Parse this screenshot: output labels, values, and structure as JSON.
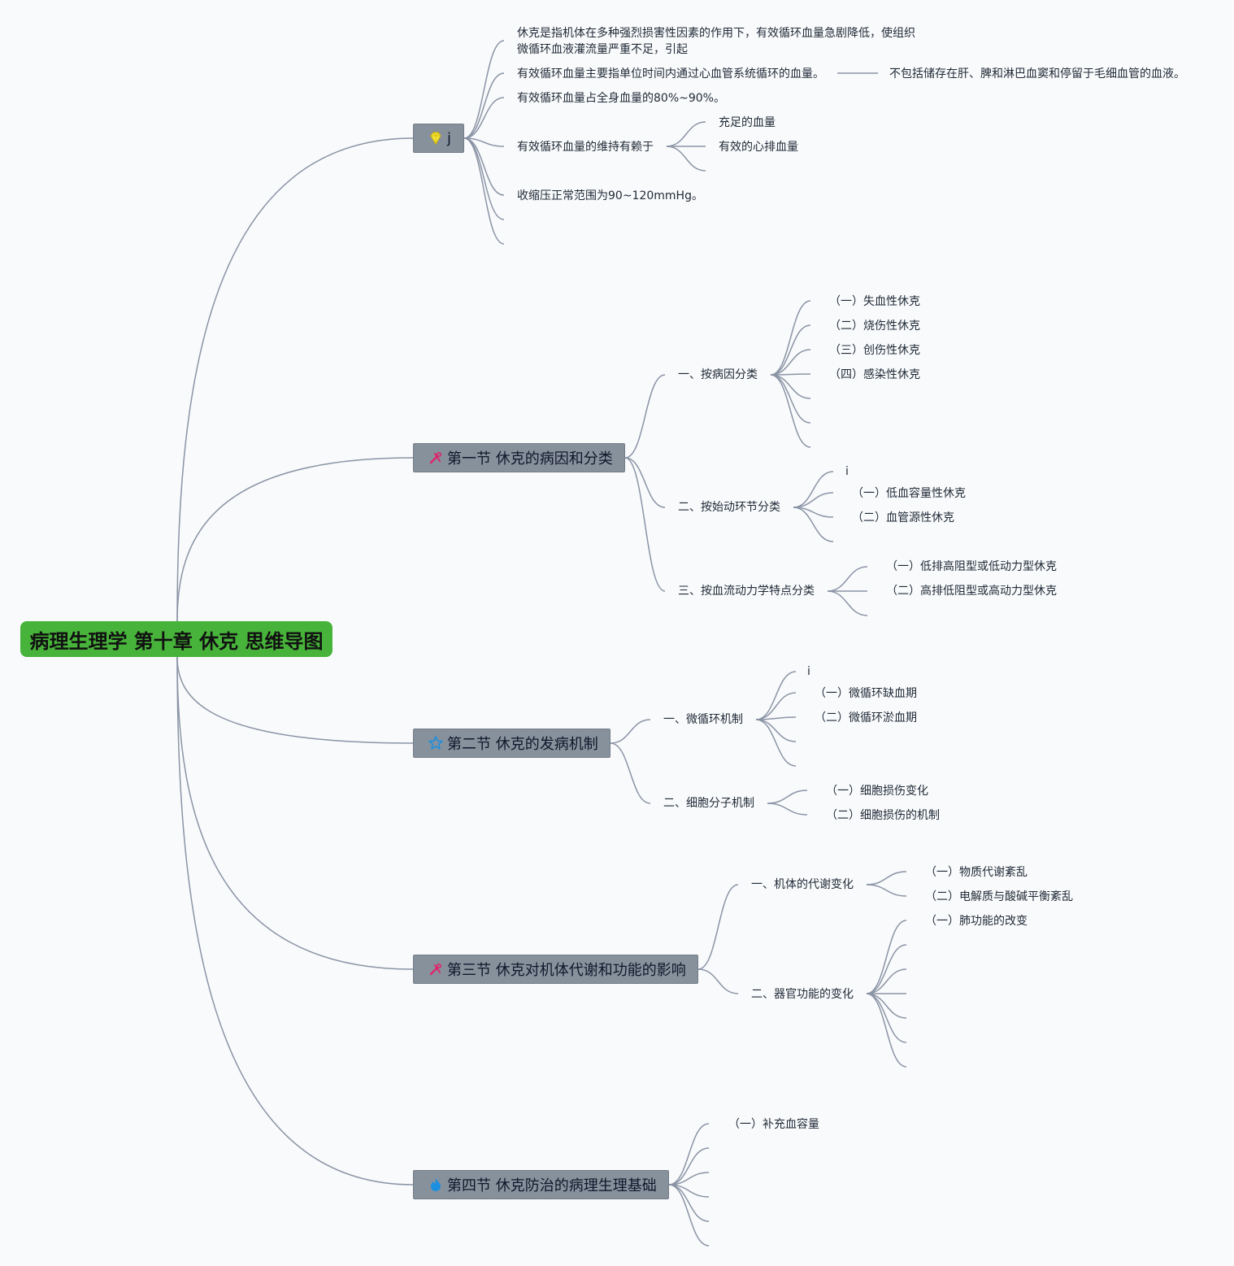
{
  "root": {
    "title": "病理生理学 第十章 休克 思维导图"
  },
  "topics": {
    "intro": {
      "label": "j",
      "icon": "diamond-icon",
      "items": {
        "definition": "休克是指机体在多种强烈损害性因素的作用下，有效循环血量急剧降低，使组织微循环血液灌流量严重不足，引起",
        "effective_volume": "有效循环血量主要指单位时间内通过心血管系统循环的血量。",
        "effective_volume_note": "不包括储存在肝、脾和淋巴血窦和停留于毛细血管的血液。",
        "percentage": "有效循环血量占全身血量的80%~90%。",
        "maintenance": "有效循环血量的维持有赖于",
        "maintenance_children": [
          "充足的血量",
          "有效的心排血量"
        ],
        "systolic": "收缩压正常范围为90~120mmHg。"
      }
    },
    "section1": {
      "label": "第一节 休克的病因和分类",
      "icon": "tools-icon",
      "by_cause": {
        "label": "一、按病因分类",
        "children": [
          "（一）失血性休克",
          "（二）烧伤性休克",
          "（三）创伤性休克",
          "（四）感染性休克"
        ]
      },
      "by_trigger": {
        "label": "二、按始动环节分类",
        "marker": "i",
        "children": [
          "（一）低血容量性休克",
          "（二）血管源性休克"
        ]
      },
      "by_hemodynamics": {
        "label": "三、按血流动力学特点分类",
        "children": [
          "（一）低排高阻型或低动力型休克",
          "（二）高排低阻型或高动力型休克"
        ]
      }
    },
    "section2": {
      "label": "第二节 休克的发病机制",
      "icon": "star-icon",
      "microcirculation": {
        "label": "一、微循环机制",
        "marker": "i",
        "children": [
          "（一）微循环缺血期",
          "（二）微循环淤血期"
        ]
      },
      "cellular": {
        "label": "二、细胞分子机制",
        "children": [
          "（一）细胞损伤变化",
          "（二）细胞损伤的机制"
        ]
      }
    },
    "section3": {
      "label": "第三节 休克对机体代谢和功能的影响",
      "icon": "tools-icon",
      "metabolism": {
        "label": "一、机体的代谢变化",
        "children": [
          "（一）物质代谢紊乱",
          "（二）电解质与酸碱平衡紊乱"
        ]
      },
      "organs": {
        "label": "二、器官功能的变化",
        "children": [
          "（一）肺功能的改变"
        ]
      }
    },
    "section4": {
      "label": "第四节 休克防治的病理生理基础",
      "icon": "flame-icon",
      "children": [
        "（一）补充血容量"
      ]
    }
  },
  "colors": {
    "root": "#47b33a",
    "topic": "#87919c",
    "line": "#8a94a6"
  }
}
